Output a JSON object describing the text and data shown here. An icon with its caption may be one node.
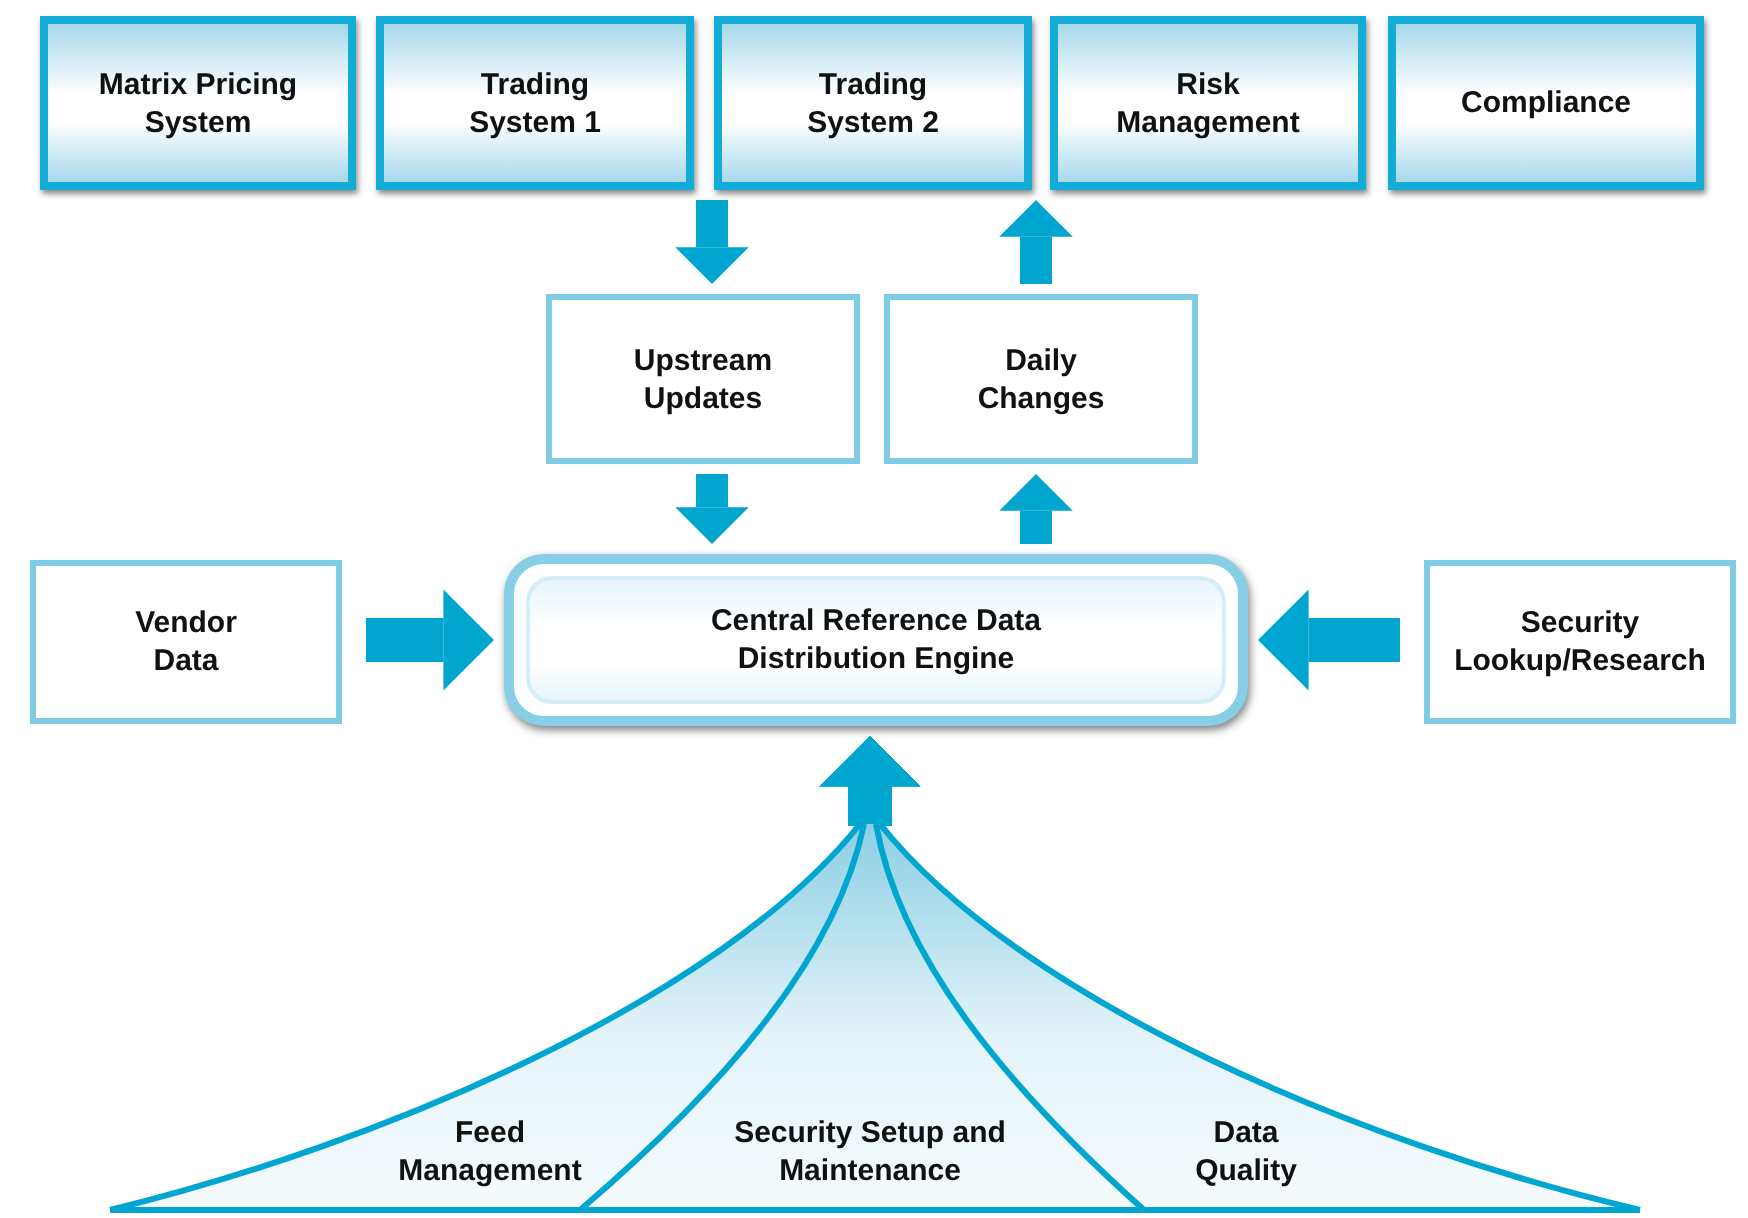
{
  "diagram": {
    "nodes": [
      {
        "text": [
          "Matrix Pricing System"
        ]
      },
      {
        "text": [
          "Trading System 1"
        ]
      },
      {
        "text": [
          "Trading System 2"
        ]
      },
      {
        "text": [
          "Risk Management"
        ]
      },
      {
        "text": [
          "Compliance"
        ]
      },
      {
        "text": [
          "Upstream Updates"
        ]
      },
      {
        "text": [
          "Daily Changes"
        ]
      },
      {
        "text": [
          "Vendor Data"
        ]
      },
      {
        "text": [
          "Central Reference Data Distribution Engine"
        ]
      },
      {
        "text": [
          "Security Lookup/Research"
        ]
      },
      {
        "text": [
          "Feed Management"
        ]
      },
      {
        "text": [
          "Security Setup and Maintenance"
        ]
      },
      {
        "text": [
          "Data Quality"
        ]
      }
    ],
    "edges": [
      {
        "from": 2,
        "to": 5,
        "arrow": "to"
      },
      {
        "from": 5,
        "to": 8,
        "arrow": "to"
      },
      {
        "from": 8,
        "to": 6,
        "arrow": "to"
      },
      {
        "from": 6,
        "to": 3,
        "arrow": "to"
      },
      {
        "from": 7,
        "to": 8,
        "arrow": "to"
      },
      {
        "from": 9,
        "to": 8,
        "arrow": "to"
      },
      {
        "from": 10,
        "to": 8,
        "arrow": "to"
      },
      {
        "from": 11,
        "to": 8,
        "arrow": "to"
      },
      {
        "from": 12,
        "to": 8,
        "arrow": "to"
      }
    ]
  }
}
